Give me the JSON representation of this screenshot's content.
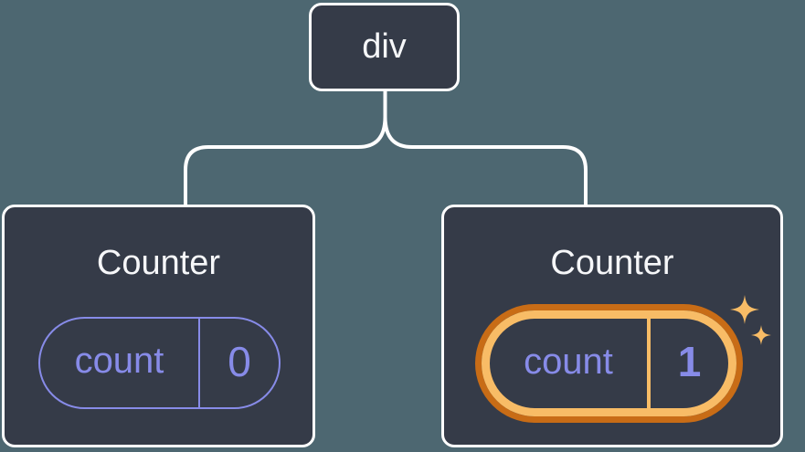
{
  "theme": {
    "bg": "#4D6771",
    "node-bg": "#353B48",
    "node-border": "#FFFFFF",
    "title-color": "#F6F7F9",
    "purple": "#878BE8",
    "orange": "#C86C16",
    "orange-light": "#F8BC66",
    "line": "#FFFFFF"
  },
  "tree": {
    "root": {
      "label": "div"
    },
    "children": [
      {
        "title": "Counter",
        "state_key": "count",
        "state_value": "0",
        "highlighted": false
      },
      {
        "title": "Counter",
        "state_key": "count",
        "state_value": "1",
        "highlighted": true
      }
    ]
  },
  "icons": {
    "sparkle": "four-point-star ✦ (state-updated indicator)"
  }
}
